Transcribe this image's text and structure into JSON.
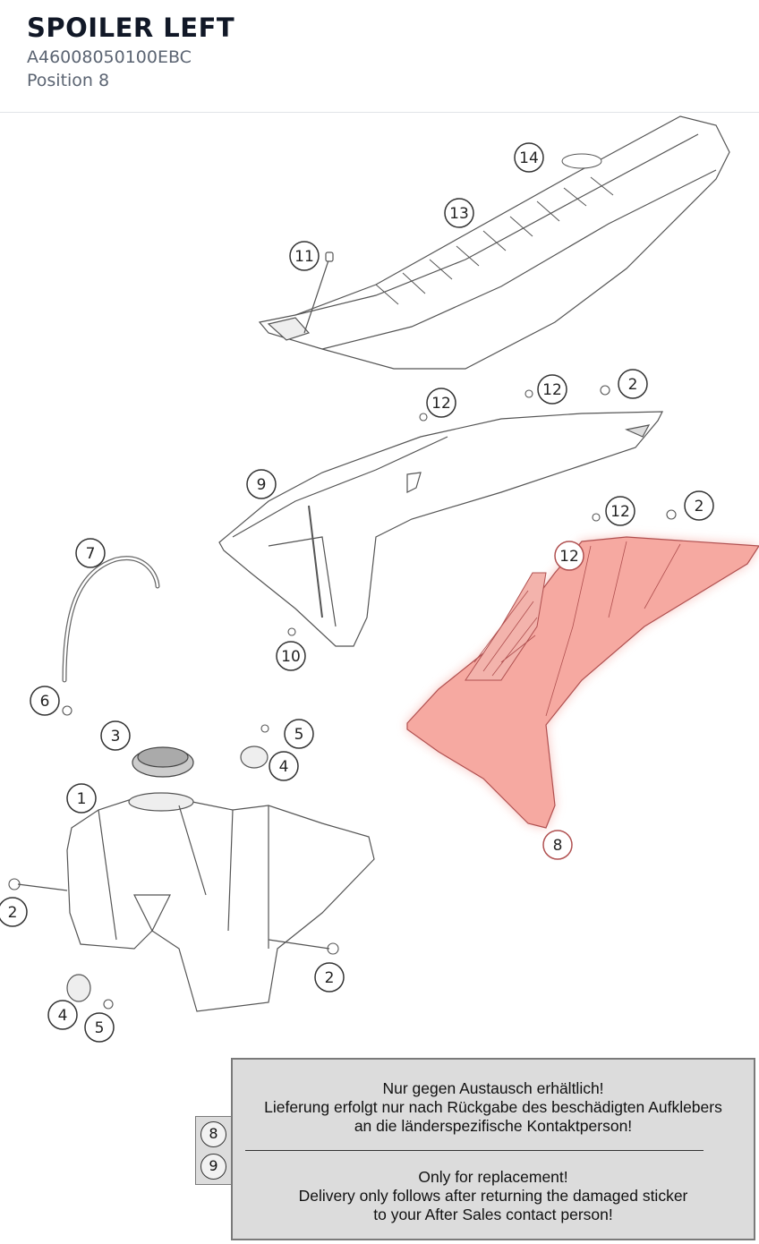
{
  "header": {
    "title": "SPOILER LEFT",
    "part_number": "A46008050100EBC",
    "position": "Position 8"
  },
  "diagram": {
    "highlight_color": "#f28b82",
    "highlighted_item": "8",
    "callouts": {
      "c14": "14",
      "c13": "13",
      "c11": "11",
      "c12a": "12",
      "c12b": "12",
      "c2a": "2",
      "c9": "9",
      "c12c": "12",
      "c2b": "2",
      "c12d": "12",
      "c7": "7",
      "c10": "10",
      "c8": "8",
      "c6": "6",
      "c3": "3",
      "c5a": "5",
      "c4a": "4",
      "c1": "1",
      "c2c": "2",
      "c2d": "2",
      "c4b": "4",
      "c5b": "5"
    }
  },
  "note": {
    "de_line1": "Nur gegen Austausch erhältlich!",
    "de_line2": "Lieferung erfolgt nur nach Rückgabe des beschädigten Aufklebers",
    "de_line3": "an die länderspezifische Kontaktperson!",
    "en_line1": "Only for replacement!",
    "en_line2": "Delivery only follows after returning the damaged sticker",
    "en_line3": "to your After Sales contact person!",
    "tab_items": [
      "8",
      "9"
    ]
  }
}
